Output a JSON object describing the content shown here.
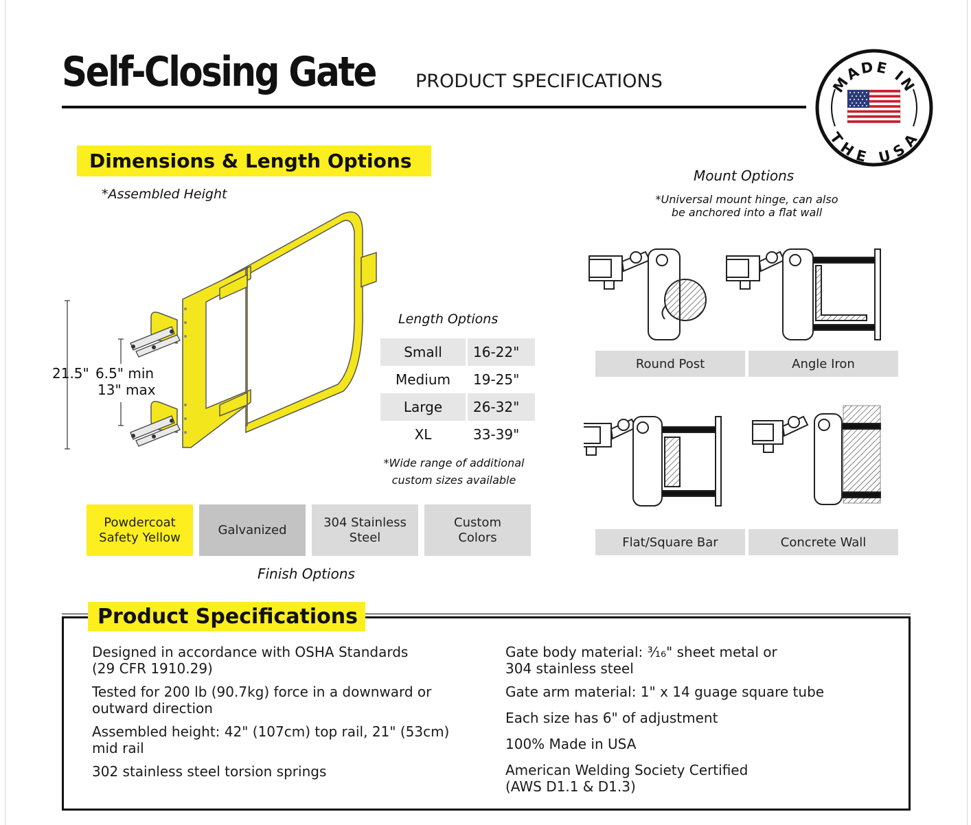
{
  "header": {
    "title": "Self-Closing Gate",
    "subtitle": "PRODUCT SPECIFICATIONS",
    "badge": {
      "top_text": "MADE IN",
      "bottom_text": "THE USA"
    }
  },
  "dimensions": {
    "heading": "Dimensions & Length Options",
    "assembled_height_note": "*Assembled Height",
    "height_label": "21.5\"",
    "spacing_min": "6.5\" min",
    "spacing_max": "13\" max"
  },
  "length_options": {
    "title": "Length Options",
    "rows": [
      {
        "name": "Small",
        "range": "16-22\""
      },
      {
        "name": "Medium",
        "range": "19-25\""
      },
      {
        "name": "Large",
        "range": "26-32\""
      },
      {
        "name": "XL",
        "range": "33-39\""
      }
    ],
    "note_line1": "*Wide range of additional",
    "note_line2": "custom sizes available"
  },
  "finish_options": {
    "title": "Finish Options",
    "items": [
      {
        "line1": "Powdercoat",
        "line2": "Safety Yellow",
        "color": "#fdee1f"
      },
      {
        "line1": "Galvanized",
        "line2": "",
        "color": "#c3c3c3"
      },
      {
        "line1": "304 Stainless",
        "line2": "Steel",
        "color": "#dadada"
      },
      {
        "line1": "Custom",
        "line2": "Colors",
        "color": "#dadada"
      }
    ]
  },
  "mount_options": {
    "title": "Mount Options",
    "note_line1": "*Universal mount hinge, can also",
    "note_line2": "be anchored into a flat wall",
    "items": [
      "Round Post",
      "Angle Iron",
      "Flat/Square Bar",
      "Concrete Wall"
    ]
  },
  "product_specs": {
    "heading": "Product Specifications",
    "left": [
      {
        "line1": "Designed in accordance with OSHA Standards",
        "line2": "(29 CFR 1910.29)"
      },
      {
        "line1": "Tested for 200 lb (90.7kg) force in a downward or",
        "line2": "outward direction"
      },
      {
        "line1": "Assembled height: 42\" (107cm) top rail, 21\" (53cm)",
        "line2": "mid rail"
      },
      {
        "line1": "302 stainless steel torsion springs",
        "line2": ""
      }
    ],
    "right": [
      {
        "line1": "Gate body material: ³⁄₁₆\" sheet metal or",
        "line2": "304 stainless steel"
      },
      {
        "line1": "Gate arm material: 1\" x 14 guage square tube",
        "line2": ""
      },
      {
        "line1": "Each size has 6\" of adjustment",
        "line2": ""
      },
      {
        "line1": "100% Made in USA",
        "line2": ""
      },
      {
        "line1": "American Welding Society Certified",
        "line2": "(AWS D1.1 & D1.3)"
      }
    ]
  },
  "colors": {
    "accent_yellow": "#fdee1f",
    "gate_yellow": "#f4e61c",
    "label_gray": "#dcdcdc"
  }
}
